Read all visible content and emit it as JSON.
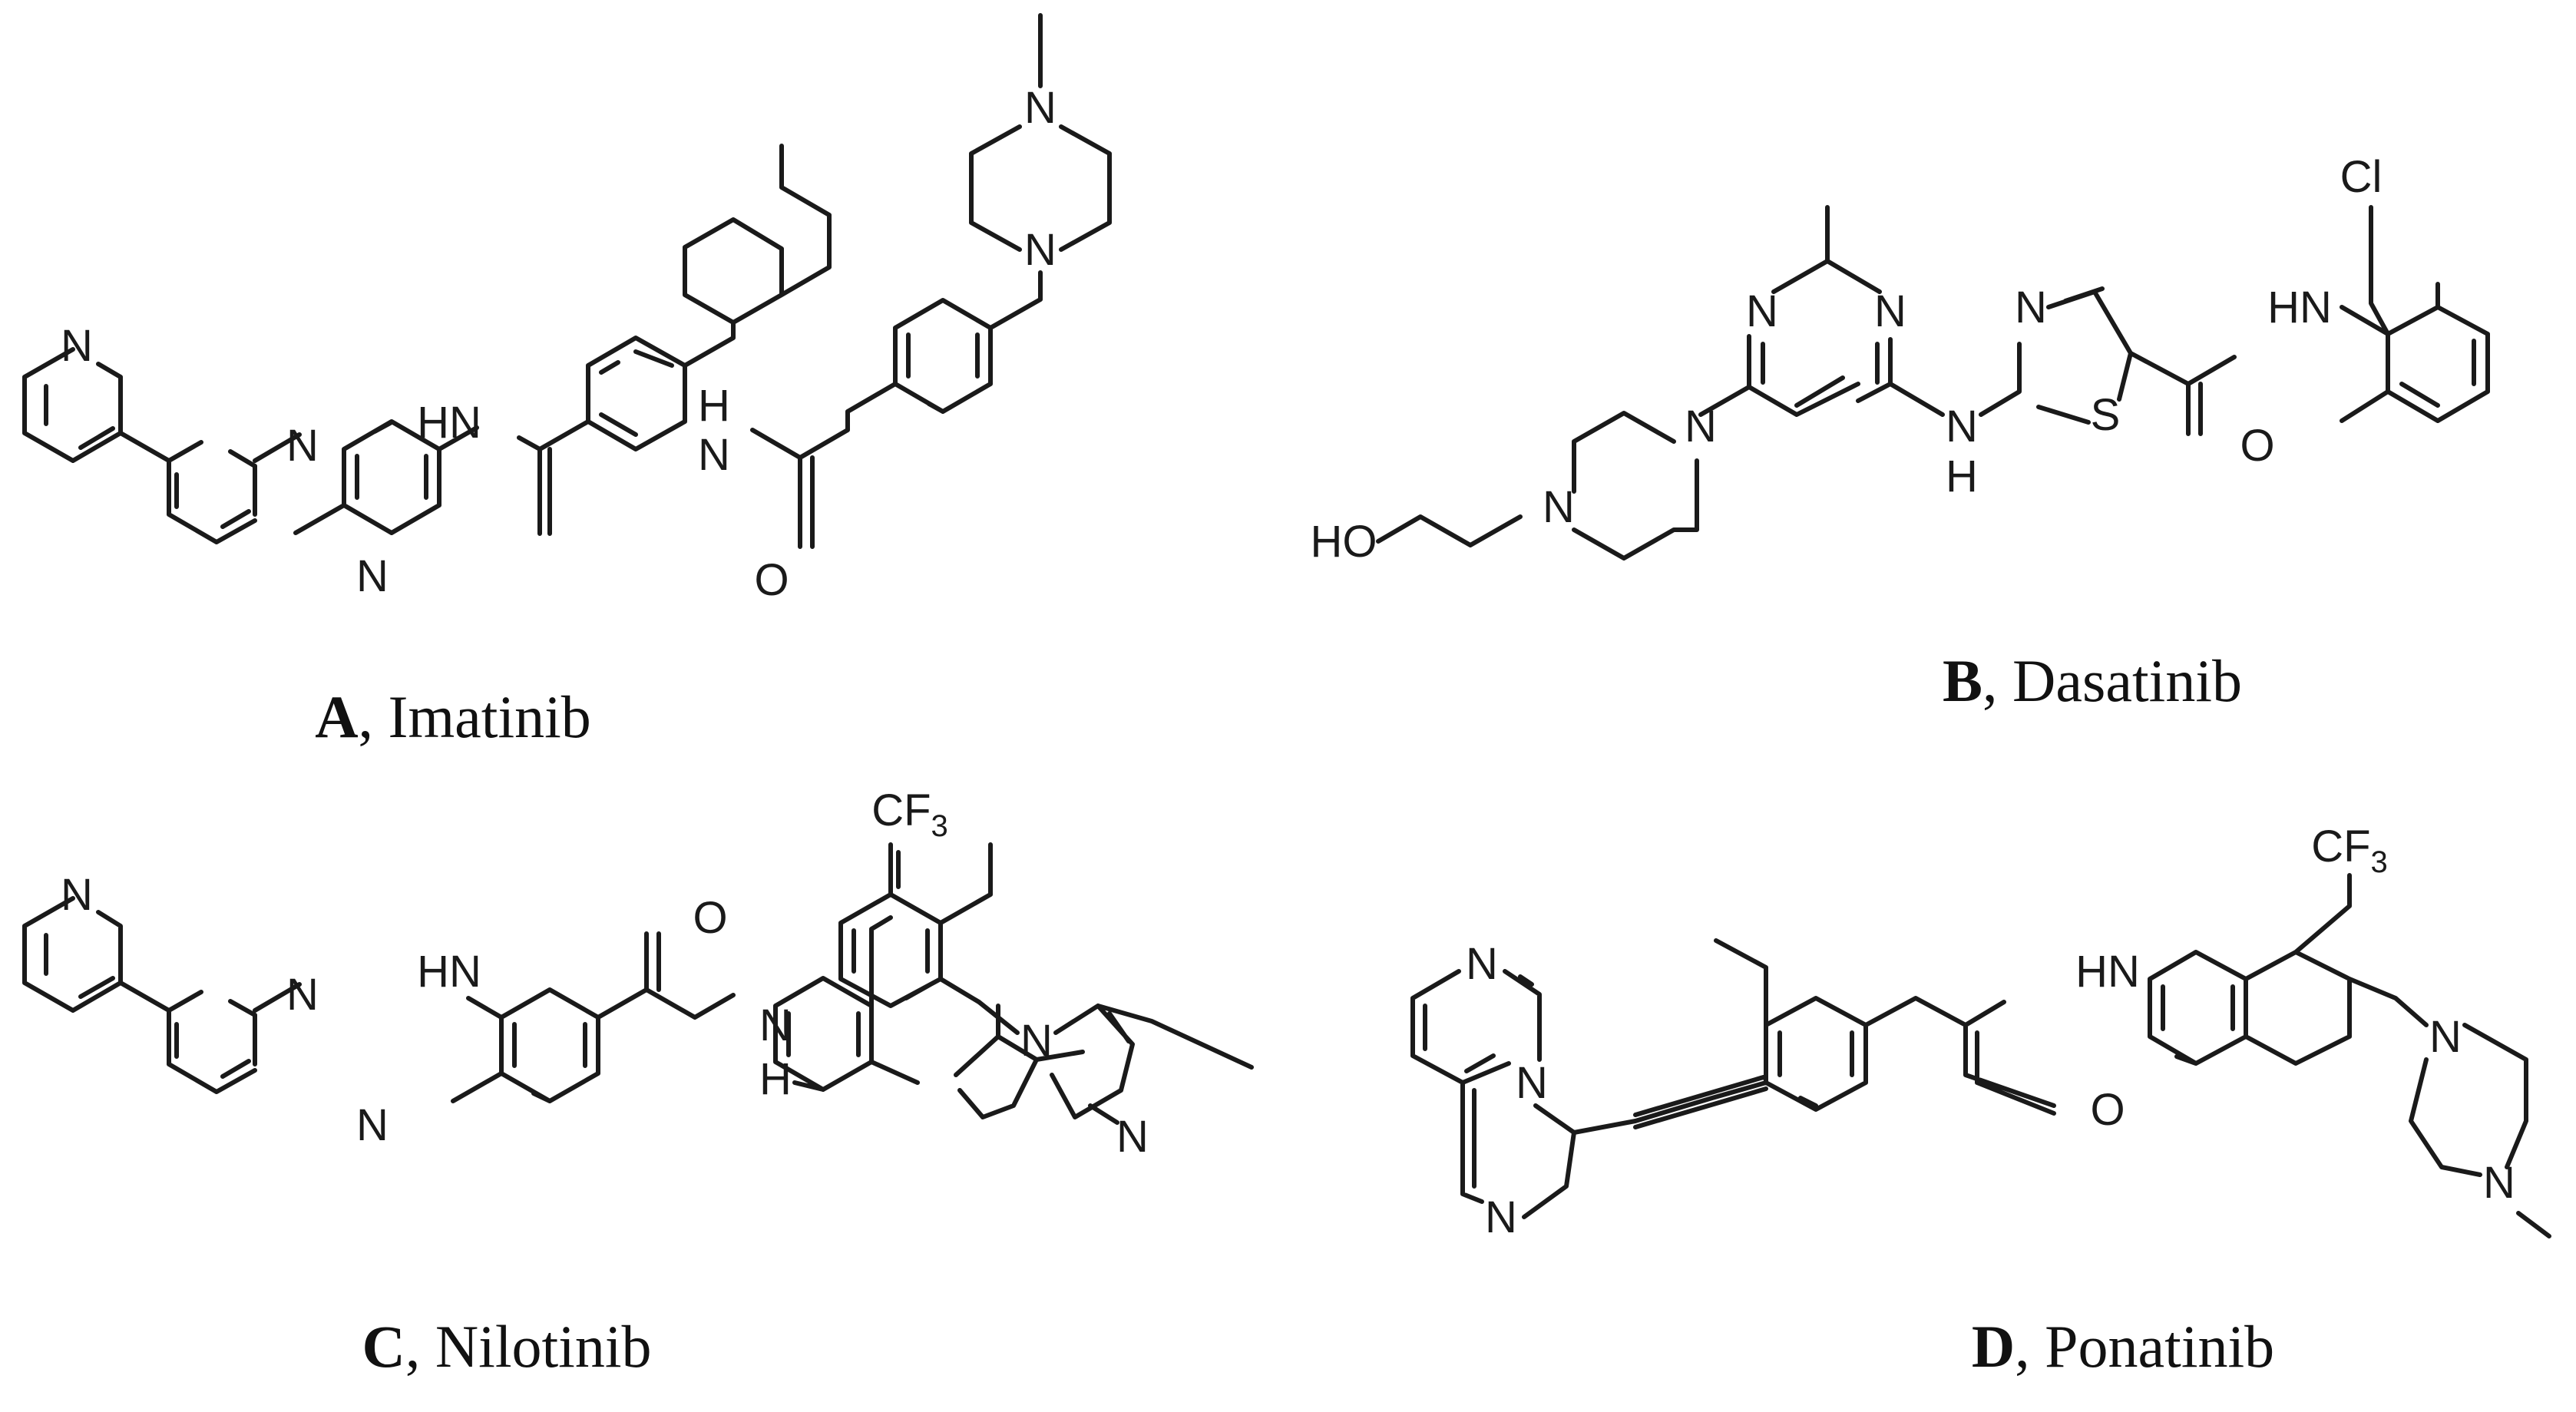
{
  "molecules": [
    {
      "letter": "A",
      "name": ", Imatinib",
      "atoms": {
        "n_pyridine": "N",
        "n_pyrimidine_1": "N",
        "n_pyrimidine_2": "N",
        "nh": "HN",
        "amide_nh": "H",
        "amide_n": "N",
        "amide_o": "O",
        "pip_n_top": "N",
        "pip_n_bottom": "N"
      }
    },
    {
      "letter": "B",
      "name": ", Dasatinib",
      "atoms": {
        "ho": "HO",
        "pip_n_left": "N",
        "pip_n_right": "N",
        "pyr_n_left": "N",
        "pyr_n_right": "N",
        "nh_link_n": "N",
        "nh_link_h": "H",
        "thz_n": "N",
        "thz_s": "S",
        "amide_hn": "HN",
        "amide_o": "O",
        "cl": "Cl"
      }
    },
    {
      "letter": "C",
      "name": ", Nilotinib",
      "atoms": {
        "n_pyridine": "N",
        "n_pyrimidine_1": "N",
        "n_pyrimidine_2": "N",
        "nh": "HN",
        "amide_o": "O",
        "amide_n": "N",
        "amide_h": "H",
        "cf3": "CF",
        "cf3_sub": "3",
        "im_n1": "N",
        "im_n3": "N"
      }
    },
    {
      "letter": "D",
      "name": ", Ponatinib",
      "atoms": {
        "pz_n_top": "N",
        "pz_n_bridge": "N",
        "im_n": "N",
        "amide_hn": "HN",
        "amide_o": "O",
        "cf3": "CF",
        "cf3_sub": "3",
        "pip_n_top": "N",
        "pip_n_bottom": "N"
      }
    }
  ]
}
